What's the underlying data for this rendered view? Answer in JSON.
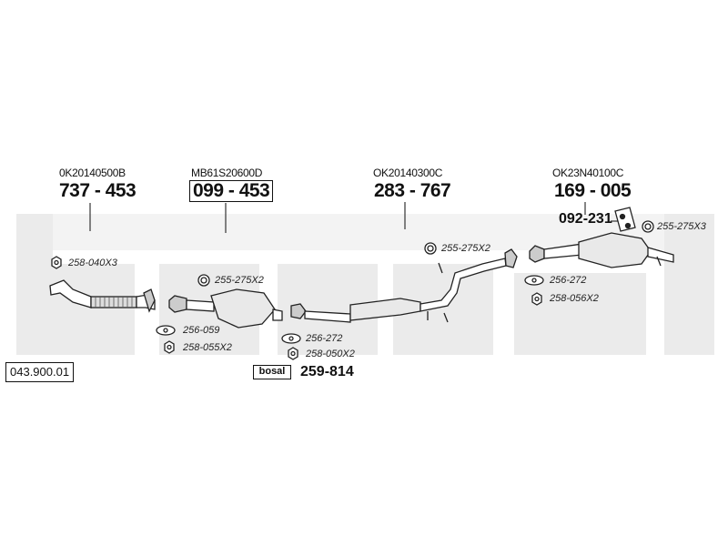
{
  "catalog_number": "043.900.01",
  "sections": [
    {
      "oe": "0K20140500B",
      "part": "737 - 453",
      "boxed": false
    },
    {
      "oe": "MB61S20600D",
      "part": "099 - 453",
      "boxed": true
    },
    {
      "oe": "OK20140300C",
      "part": "283 - 767",
      "boxed": false
    },
    {
      "oe": "OK23N40100C",
      "part": "169 - 005",
      "boxed": false
    }
  ],
  "secondary_part": "092-231",
  "kit_part": "259-814",
  "kit_badge": "bosal",
  "fittings": [
    {
      "label": "258-040X3",
      "icon": "hex-nut-icon"
    },
    {
      "label": "255-275X2",
      "icon": "clamp-ring-icon"
    },
    {
      "label": "256-059",
      "icon": "gasket-icon"
    },
    {
      "label": "258-055X2",
      "icon": "hex-nut-icon"
    },
    {
      "label": "256-272",
      "icon": "gasket-icon"
    },
    {
      "label": "258-050X2",
      "icon": "hex-nut-icon"
    },
    {
      "label": "255-275X2",
      "icon": "clamp-ring-icon"
    },
    {
      "label": "256-272",
      "icon": "gasket-icon"
    },
    {
      "label": "258-056X2",
      "icon": "hex-nut-icon"
    },
    {
      "label": "255-275X3",
      "icon": "clamp-ring-icon"
    }
  ],
  "watermark": "bosal"
}
